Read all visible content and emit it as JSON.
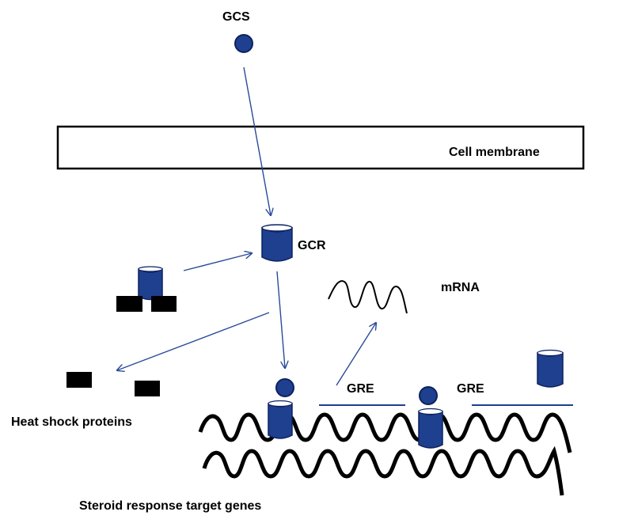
{
  "labels": {
    "gcs": "GCS",
    "cell_membrane": "Cell membrane",
    "gcr": "GCR",
    "mrna": "mRNA",
    "gre_1": "GRE",
    "gre_2": "GRE",
    "heat_shock_proteins": "Heat shock proteins",
    "target_genes": "Steroid response target genes"
  },
  "colors": {
    "receptor_fill": "#1f3f8f",
    "receptor_stroke": "#0d2260",
    "arrow": "#2a4a9a",
    "dna": "#000000",
    "membrane": "#000000"
  }
}
